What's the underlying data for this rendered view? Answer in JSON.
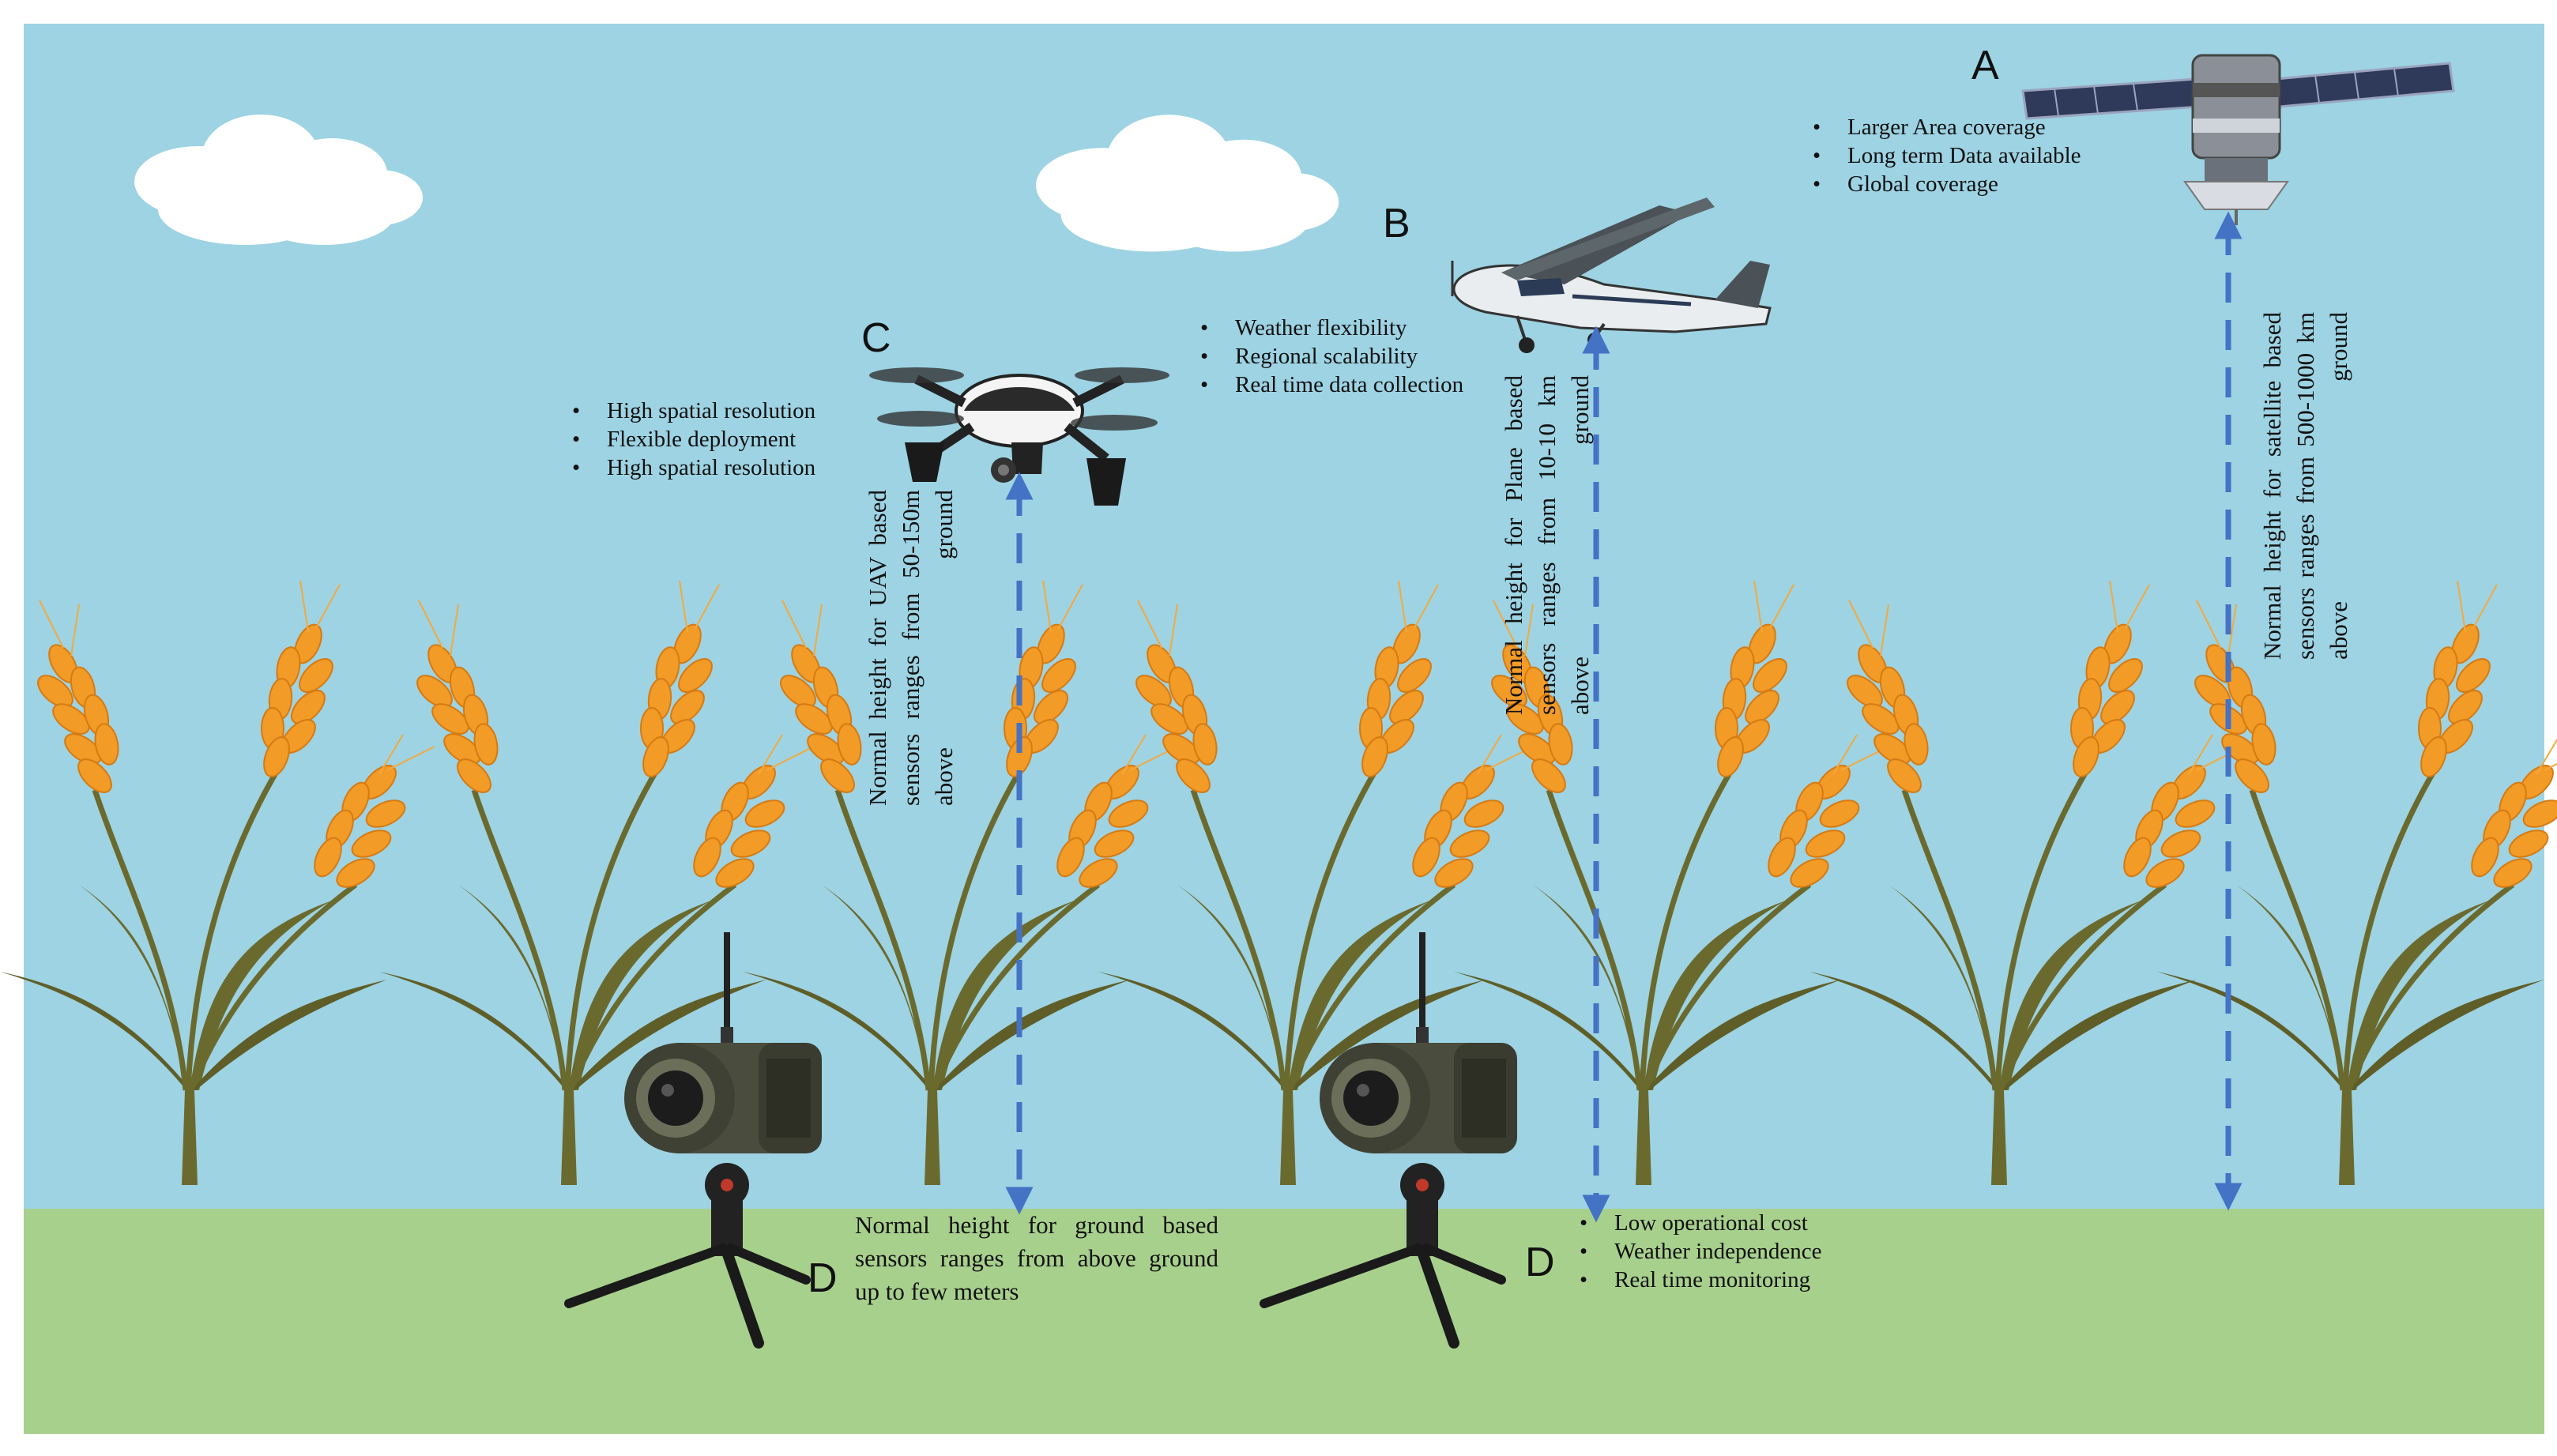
{
  "platforms": {
    "satellite": {
      "letter": "A",
      "bullets": [
        "Larger Area coverage",
        "Long term Data available",
        "Global coverage"
      ],
      "height_text": "Normal height for satellite based sensors ranges from 500-1000 km above ground"
    },
    "plane": {
      "letter": "B",
      "bullets": [
        "Weather flexibility",
        "Regional scalability",
        "Real time data collection"
      ],
      "height_text": "Normal height for Plane based sensors ranges from 10-10 km above ground"
    },
    "uav": {
      "letter": "C",
      "bullets": [
        "High spatial resolution",
        "Flexible deployment",
        "High spatial resolution"
      ],
      "height_text": "Normal height for UAV based sensors ranges from 50-150m above ground"
    },
    "ground_left": {
      "letter": "D",
      "height_text": "Normal height for ground based sensors ranges from above ground up to few meters"
    },
    "ground_right": {
      "letter": "D",
      "bullets": [
        "Low operational cost",
        "Weather independence",
        "Real time monitoring"
      ]
    }
  },
  "colors": {
    "sky": "#9dd3e3",
    "ground": "#a8d08d",
    "arrow": "#4472c4",
    "wheat_grain": "#f29b27",
    "wheat_leaf": "#6b6a2e"
  },
  "icons": [
    "cloud-icon",
    "satellite-icon",
    "plane-icon",
    "drone-icon",
    "ground-sensor-icon",
    "wheat-icon"
  ]
}
